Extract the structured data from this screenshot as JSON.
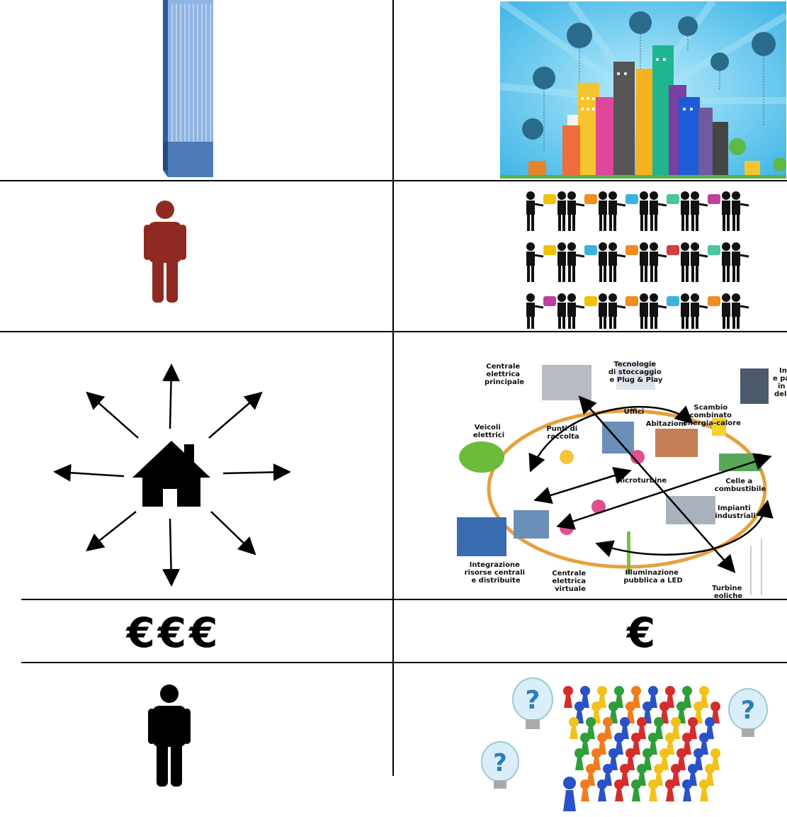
{
  "rows": [
    {
      "left": "single-skyscraper",
      "right": "smart-city-network"
    },
    {
      "left": "single-person",
      "right": "sharing-exchange-people"
    },
    {
      "left": "centralized-house-distribution",
      "right": "smart-grid-network"
    },
    {
      "left": "high-cost",
      "right": "low-cost"
    },
    {
      "left": "single-person-black",
      "right": "crowd-ideas"
    }
  ],
  "costs": {
    "high": "€€€",
    "low": "€"
  },
  "grid_labels": {
    "centrale": [
      "Centrale",
      "elettrica",
      "principale"
    ],
    "tecnologie": [
      "Tecnologie",
      "di stoccaggio",
      "e Plug & Play"
    ],
    "veicoli": [
      "Veicoli",
      "elettrici"
    ],
    "uffici": "Uffici",
    "scambio": [
      "Scambio",
      "combinato",
      "energia-calore"
    ],
    "punti": [
      "Punti di",
      "raccolta"
    ],
    "abitazioni": "Abitazioni",
    "microturbine": "Microturbine",
    "celle": [
      "Celle a",
      "combustibile"
    ],
    "impianti": [
      "Impianti",
      "industriali"
    ],
    "integrazione": [
      "Integrazione",
      "risorse centrali",
      "e distribuite"
    ],
    "virtuale": [
      "Centrale",
      "elettrica",
      "virtuale"
    ],
    "illuminazione": [
      "Illuminazione",
      "pubblica a LED"
    ],
    "turbine": [
      "Turbine",
      "eoliche"
    ],
    "edge": [
      "In",
      "e pa",
      "in",
      "del"
    ]
  },
  "colors": {
    "person_red": "#8e2a22",
    "sky_blue": "#5ec8ee",
    "grid_ring": "#e6a13d"
  }
}
